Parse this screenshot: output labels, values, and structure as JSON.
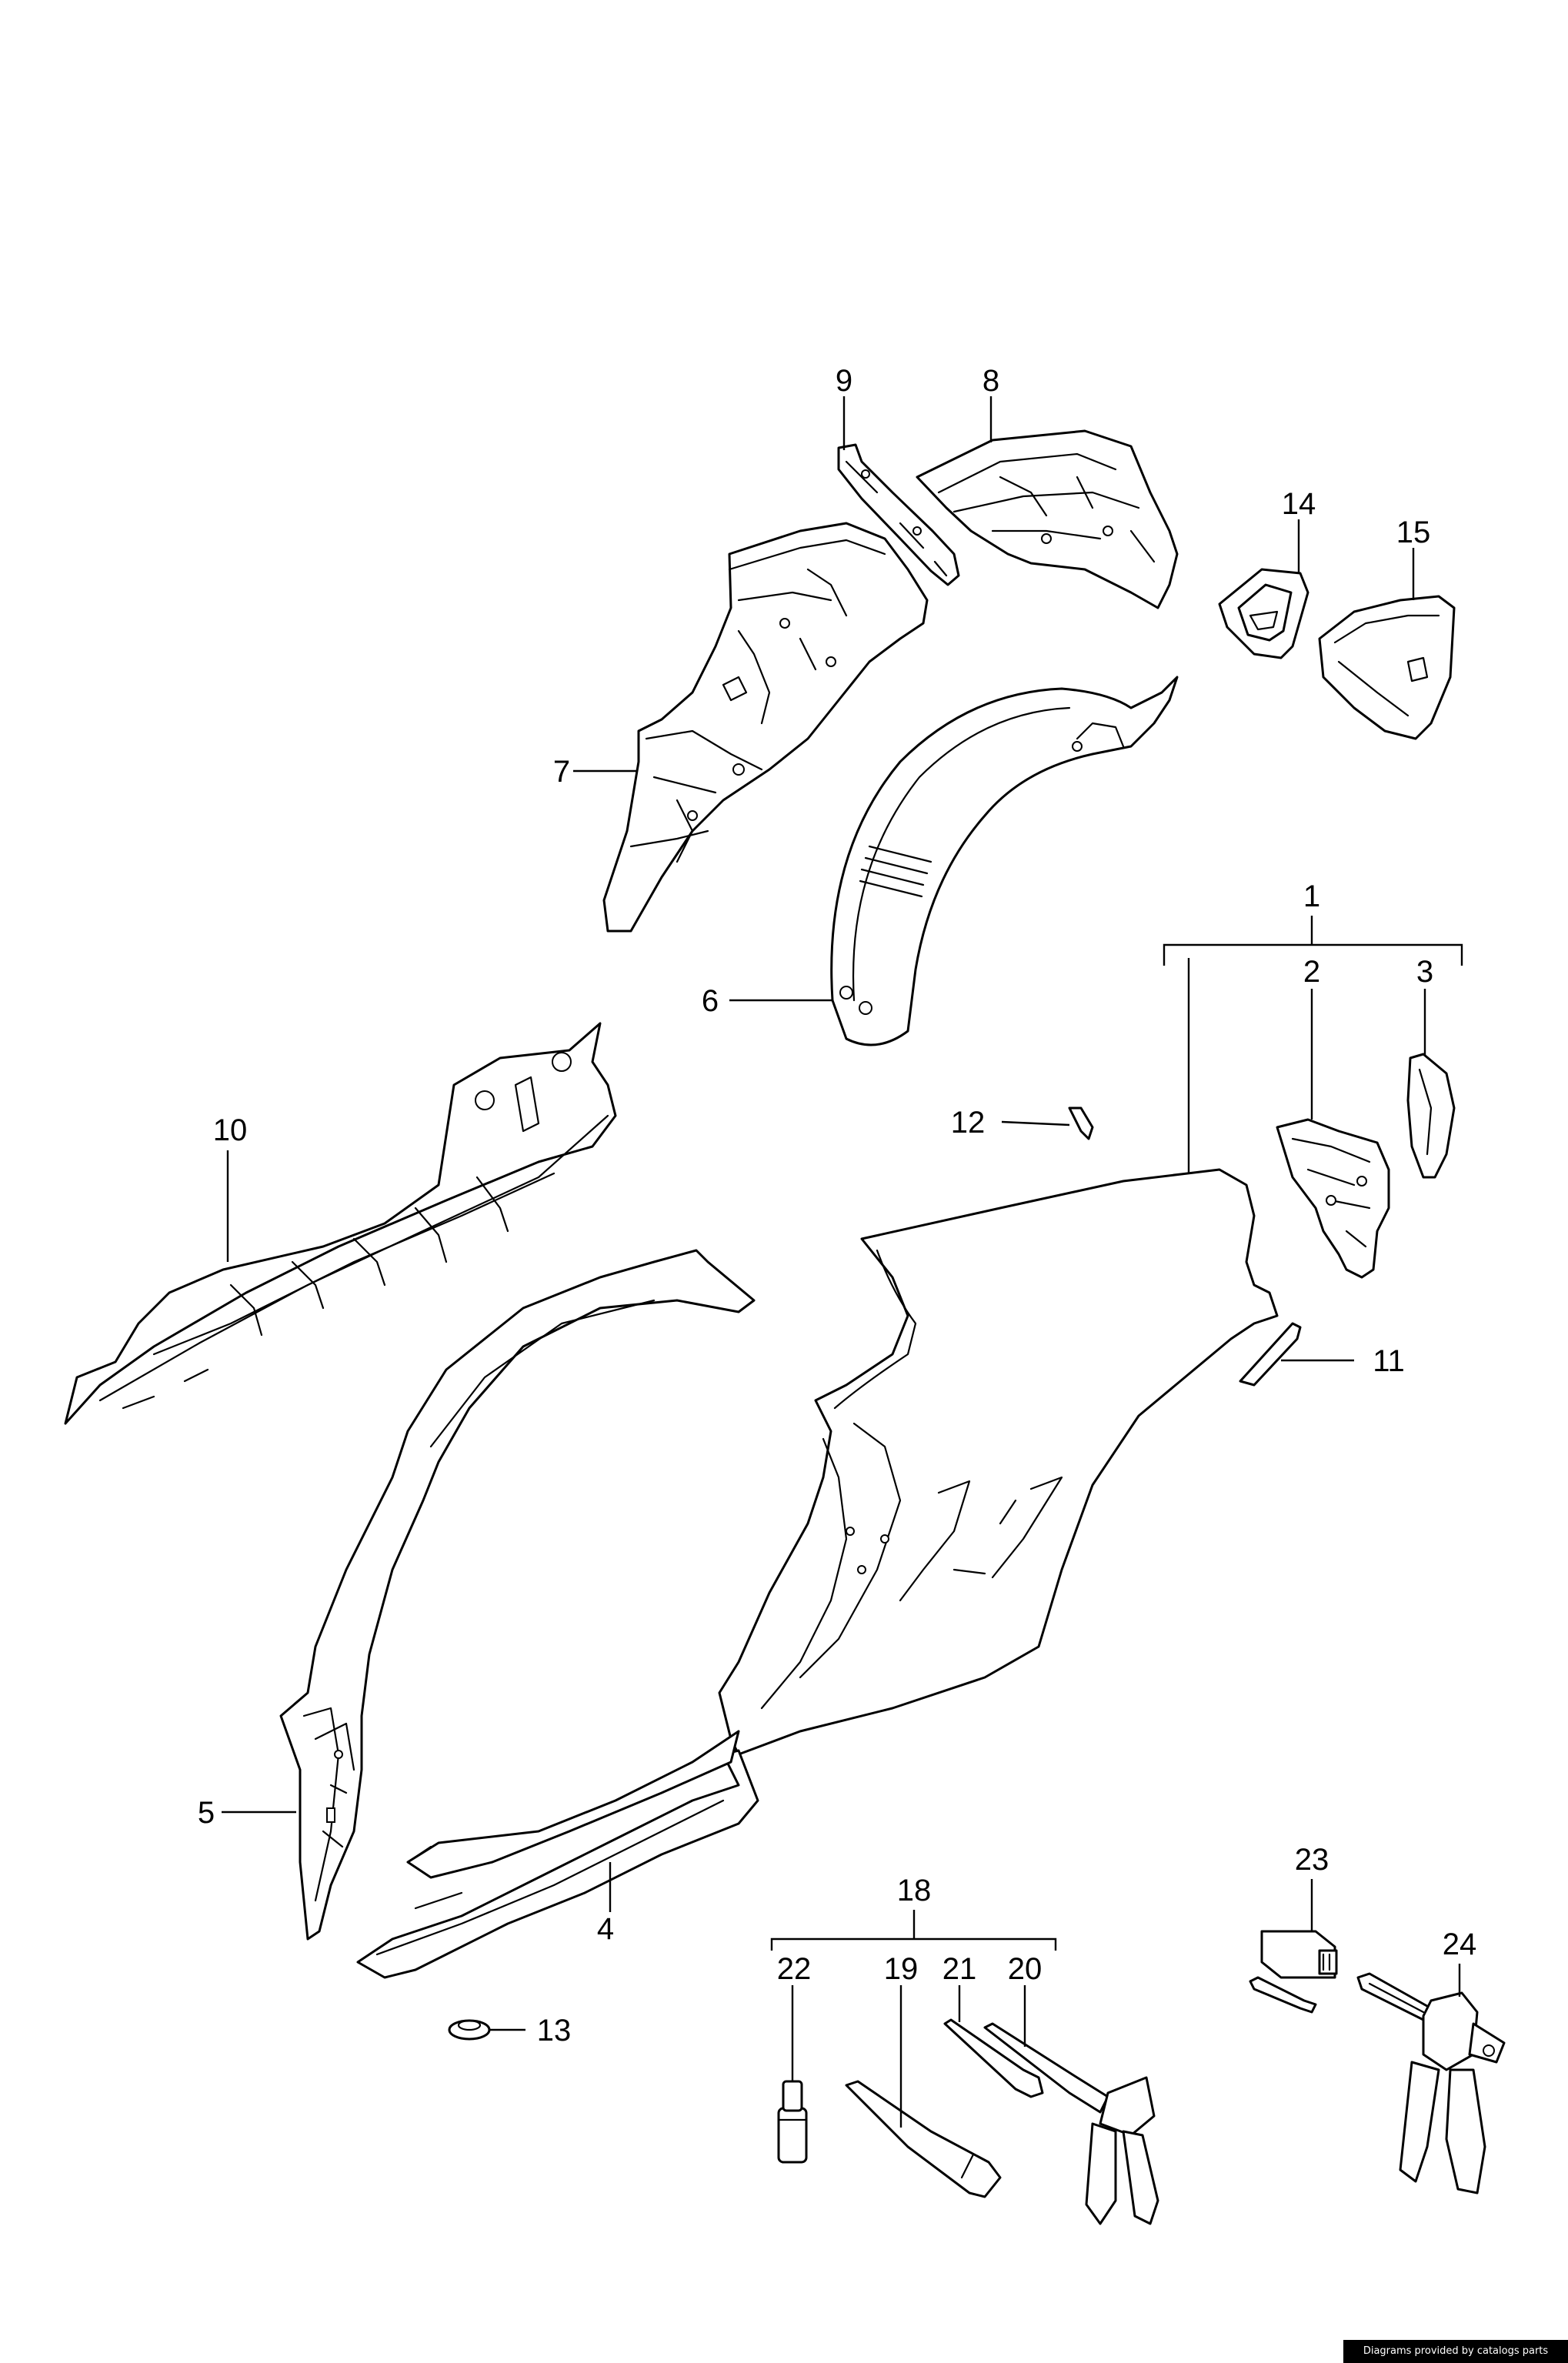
{
  "callouts": [
    {
      "id": "p1",
      "label": "1"
    },
    {
      "id": "p2",
      "label": "2"
    },
    {
      "id": "p3",
      "label": "3"
    },
    {
      "id": "p4",
      "label": "4"
    },
    {
      "id": "p5",
      "label": "5"
    },
    {
      "id": "p6",
      "label": "6"
    },
    {
      "id": "p7",
      "label": "7"
    },
    {
      "id": "p8",
      "label": "8"
    },
    {
      "id": "p9",
      "label": "9"
    },
    {
      "id": "p10",
      "label": "10"
    },
    {
      "id": "p11",
      "label": "11"
    },
    {
      "id": "p12",
      "label": "12"
    },
    {
      "id": "p13",
      "label": "13"
    },
    {
      "id": "p14",
      "label": "14"
    },
    {
      "id": "p15",
      "label": "15"
    },
    {
      "id": "p18",
      "label": "18"
    },
    {
      "id": "p19",
      "label": "19"
    },
    {
      "id": "p20",
      "label": "20"
    },
    {
      "id": "p21",
      "label": "21"
    },
    {
      "id": "p22",
      "label": "22"
    },
    {
      "id": "p23",
      "label": "23"
    },
    {
      "id": "p24",
      "label": "24"
    }
  ],
  "credit": "Diagrams provided by catalogs parts",
  "colors": {
    "line": "#000000",
    "background": "#ffffff",
    "credit_bg": "#000000",
    "credit_text": "#ffffff"
  }
}
